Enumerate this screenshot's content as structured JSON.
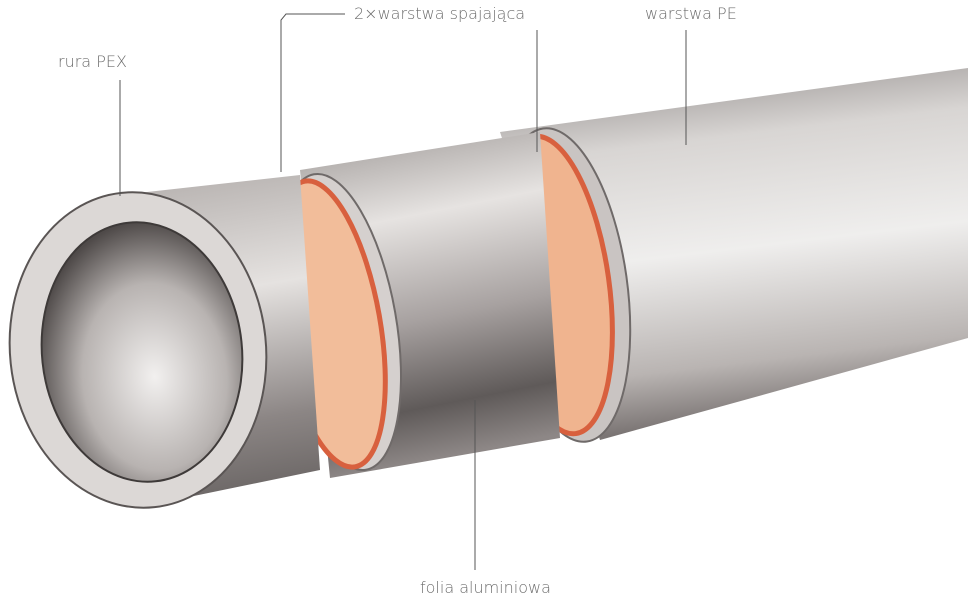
{
  "labels": {
    "pex": "rura PEX",
    "bonding": "2×warstwa spajająca",
    "pe": "warstwa PE",
    "aluminium": "folia aluminiowa"
  },
  "colors": {
    "pipe_light": "#ecebea",
    "pipe_mid": "#bdb8b6",
    "pipe_dark": "#6f6a69",
    "bonding_layer": "#e07a55",
    "label_text": "#6e6e6e"
  }
}
